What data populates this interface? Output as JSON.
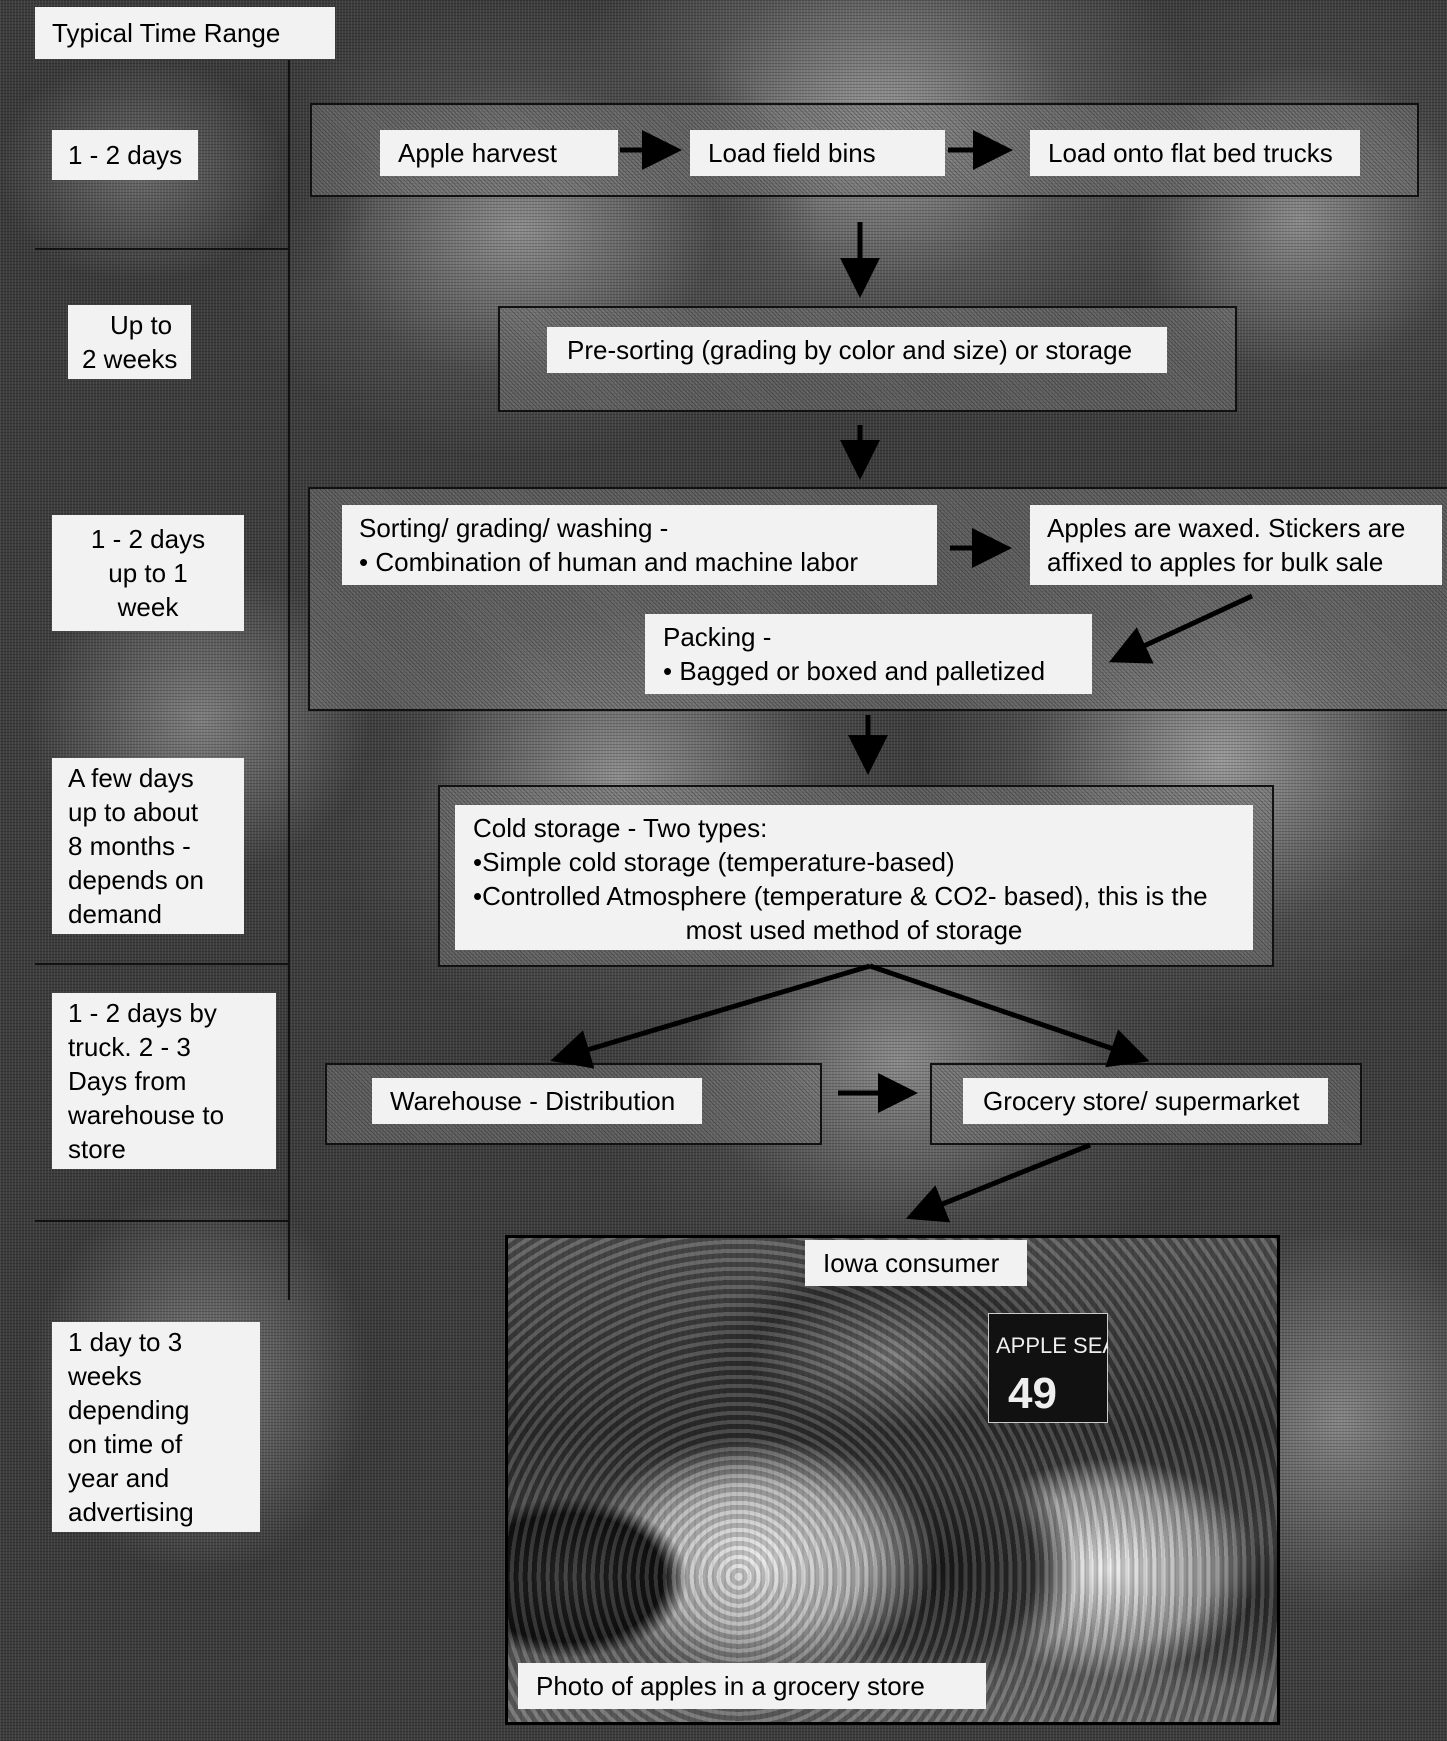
{
  "time_range": {
    "header": "Typical Time Range",
    "ranges": [
      [
        "1 - 2 days"
      ],
      [
        "Up to",
        "2 weeks"
      ],
      [
        "1 - 2 days",
        "up to 1",
        "week"
      ],
      [
        "A few days",
        "up to about",
        "8 months -",
        "depends on",
        "demand"
      ],
      [
        "1 - 2 days by",
        "truck.  2 - 3",
        "Days from",
        "warehouse to",
        "store"
      ],
      [
        "1 day to 3",
        "weeks",
        "depending",
        "on time of",
        "year and",
        "advertising"
      ]
    ]
  },
  "steps": {
    "apple_harvest": "Apple harvest",
    "load_field_bins": "Load field bins",
    "load_trucks": "Load onto flat bed trucks",
    "presorting": "Pre-sorting (grading by color and size) or storage",
    "sorting": [
      "Sorting/ grading/ washing -",
      "• Combination of human and machine labor"
    ],
    "waxed": [
      "Apples are waxed. Stickers are",
      "affixed to apples for bulk sale"
    ],
    "packing": [
      "Packing -",
      "• Bagged or boxed and palletized"
    ],
    "cold_storage": [
      "Cold storage - Two types:",
      "•Simple cold storage (temperature-based)",
      "•Controlled Atmosphere (temperature & CO2- based), this is the",
      "most used method of storage"
    ],
    "warehouse": "Warehouse - Distribution",
    "grocery": "Grocery store/ supermarket",
    "consumer": "Iowa consumer"
  },
  "photo_caption": "Photo of apples in a grocery store",
  "photo_sign": [
    "APPLE SEA",
    "49"
  ]
}
